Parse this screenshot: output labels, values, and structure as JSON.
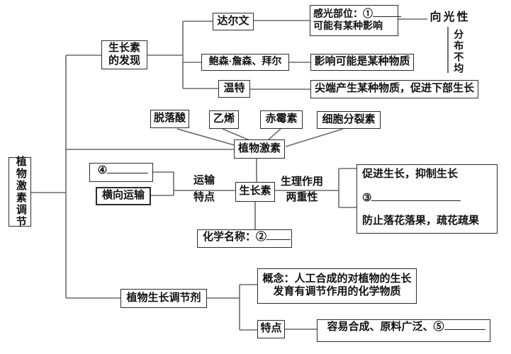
{
  "colors": {
    "background": "#ffffff",
    "line": "#6a6a6a",
    "border": "#2b2b2b",
    "text": "#111111"
  },
  "root": {
    "label": "植物激素调节"
  },
  "discovery": {
    "label_line1": "生长素",
    "label_line2": "的发现",
    "darwin": {
      "name": "达尔文",
      "finding_line1": "感光部位：①",
      "finding_line2": "可能有某种影响"
    },
    "boysen": {
      "name": "鲍森·詹森、拜尔",
      "finding": "影响可能是某种物质"
    },
    "went": {
      "name": "温特",
      "finding": "尖端产生某种物质，促进下部生长"
    },
    "phototropism": "向光性",
    "distribution": "分布不均"
  },
  "hormones": {
    "abscisic": "脱落酸",
    "ethylene": "乙烯",
    "gibberellin": "赤霉素",
    "cytokinin": "细胞分裂素",
    "hub": "植物激素"
  },
  "auxin": {
    "label": "生长素",
    "transport_label_line1": "运输",
    "transport_label_line2": "特点",
    "blank4": "④",
    "lateral": "横向运输",
    "physiology_label_line1": "生理作用",
    "physiology_label_line2": "两重性",
    "effect_line1": "促进生长，抑制生长",
    "effect_blank3": "③",
    "effect_line3": "防止落花落果，疏花疏果",
    "chemical_name": "化学名称：②"
  },
  "regulator": {
    "label": "植物生长调节剂",
    "concept_line1": "概念：人工合成的对植物的生长",
    "concept_line2": "发育有调节作用的化学物质",
    "feature_label": "特点",
    "feature_value": "容易合成、原料广泛、⑤"
  }
}
